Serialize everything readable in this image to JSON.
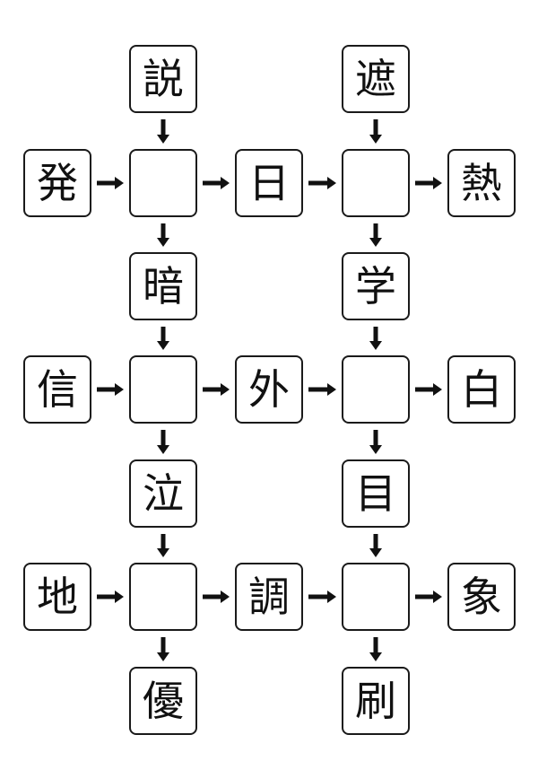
{
  "puzzle": {
    "type": "kanji-connection-puzzle",
    "blocks": [
      {
        "id": "upper",
        "top": "説",
        "left": "発",
        "middle": "日",
        "right": "熱",
        "top2": "遮",
        "bottom_left": "暗",
        "bottom_right": "学",
        "answers": [
          "",
          ""
        ]
      }
    ],
    "cells": {
      "r0c1": "説",
      "r0c3": "遮",
      "r1c0": "発",
      "r1c1": "",
      "r1c2": "日",
      "r1c3": "",
      "r1c4": "熱",
      "r2c1": "暗",
      "r2c3": "学",
      "r3c0": "信",
      "r3c1": "",
      "r3c2": "外",
      "r3c3": "",
      "r3c4": "白",
      "r4c1": "泣",
      "r4c3": "目",
      "r5c0": "地",
      "r5c1": "",
      "r5c2": "調",
      "r5c3": "",
      "r5c4": "象",
      "r6c1": "優",
      "r6c3": "刷"
    },
    "arrow_icon": "arrow-icon",
    "colors": {
      "border": "#1a1a1a",
      "text": "#111111",
      "background": "#ffffff"
    }
  }
}
